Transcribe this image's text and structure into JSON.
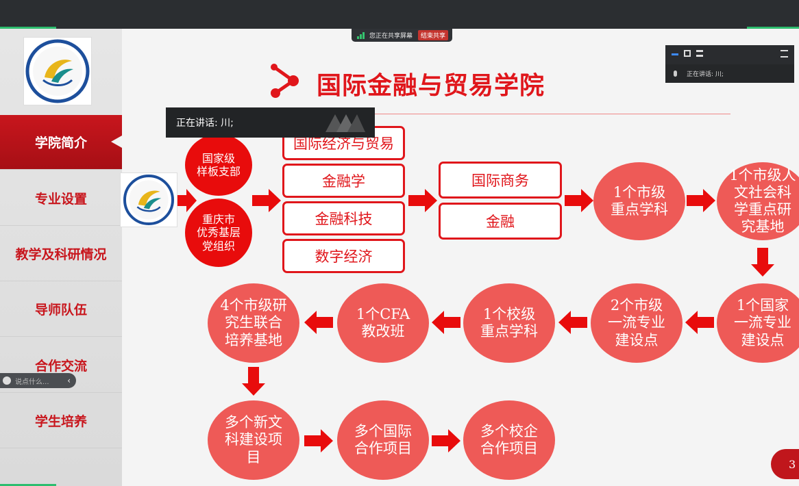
{
  "screen_share": {
    "status_label": "您正在共享屏幕",
    "stop_label": "结束共享"
  },
  "speaker_overlay": {
    "text": "正在讲话: 川;"
  },
  "float_panel": {
    "speaker_text": "正在讲话: 川;"
  },
  "sidebar": {
    "items": [
      {
        "label": "学院简介",
        "active": true
      },
      {
        "label": "专业设置",
        "active": false
      },
      {
        "label": "教学及科研情况",
        "active": false
      },
      {
        "label": "导师队伍",
        "active": false
      },
      {
        "label": "合作交流",
        "active": false
      },
      {
        "label": "学生培养",
        "active": false
      }
    ]
  },
  "chat": {
    "placeholder": "说点什么..."
  },
  "slide": {
    "title": "国际金融与贸易学院",
    "page_number": "3",
    "party": [
      "国家级\n样板支部",
      "重庆市\n优秀基层\n党组织"
    ],
    "majors": [
      "国际经济与贸易",
      "金融学",
      "金融科技",
      "数字经济"
    ],
    "masters": [
      "国际商务",
      "金融"
    ],
    "row1": [
      "1个市级\n重点学科",
      "1个市级人\n文社会科\n学重点研\n究基地"
    ],
    "row2": [
      "1个国家\n一流专业\n建设点",
      "2个市级\n一流专业\n建设点",
      "1个校级\n重点学科",
      "1个CFA\n教改班",
      "4个市级研\n究生联合\n培养基地"
    ],
    "row3": [
      "多个新文\n科建设项\n目",
      "多个国际\n合作项目",
      "多个校企\n合作项目"
    ]
  },
  "colors": {
    "accent": "#e0161b",
    "circle": "#ee5a57",
    "sidebar_active": "#c8161d"
  }
}
